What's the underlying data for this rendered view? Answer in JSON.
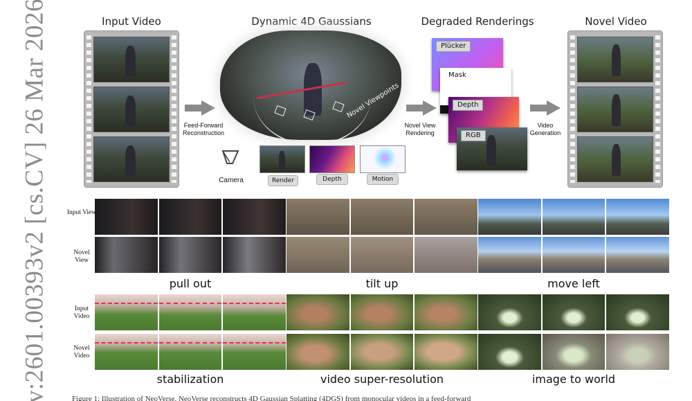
{
  "side_stamp": "v:2601.00393v2  [cs.CV]  26 Mar 2026",
  "headers": {
    "input_video": "Input Video",
    "gaussians": "Dynamic 4D Gaussians",
    "degraded": "Degraded Renderings",
    "novel_video": "Novel Video"
  },
  "arrows": {
    "a1": "Feed-Forward Reconstruction",
    "a2": "Novel View Rendering",
    "a3": "Video Generation"
  },
  "cloud_label": "Novel Viewpoints",
  "legend": {
    "camera": "Camera",
    "render": "Render",
    "depth": "Depth",
    "motion": "Motion"
  },
  "cards": {
    "plucker": "Plücker",
    "mask": "Mask",
    "depth": "Depth",
    "rgb": "RGB"
  },
  "row_labels": {
    "input_view": "Input View",
    "novel_view": "Novel View",
    "input_video": "Input Video",
    "novel_video": "Novel Video"
  },
  "captions": {
    "c1": "pull out",
    "c2": "tilt up",
    "c3": "move left",
    "c4": "stabilization",
    "c5": "video super-resolution",
    "c6": "image to world"
  },
  "bottom_text": "Figure 1: Illustration of NeoVerse. NeoVerse reconstructs 4D Gaussian Splatting (4DGS) from monocular videos in a feed-forward",
  "colors": {
    "film": "#b8b8b8",
    "arrow": "#8a8a8a",
    "stamp": "#8c8c8c",
    "dash": "#e0334a"
  }
}
